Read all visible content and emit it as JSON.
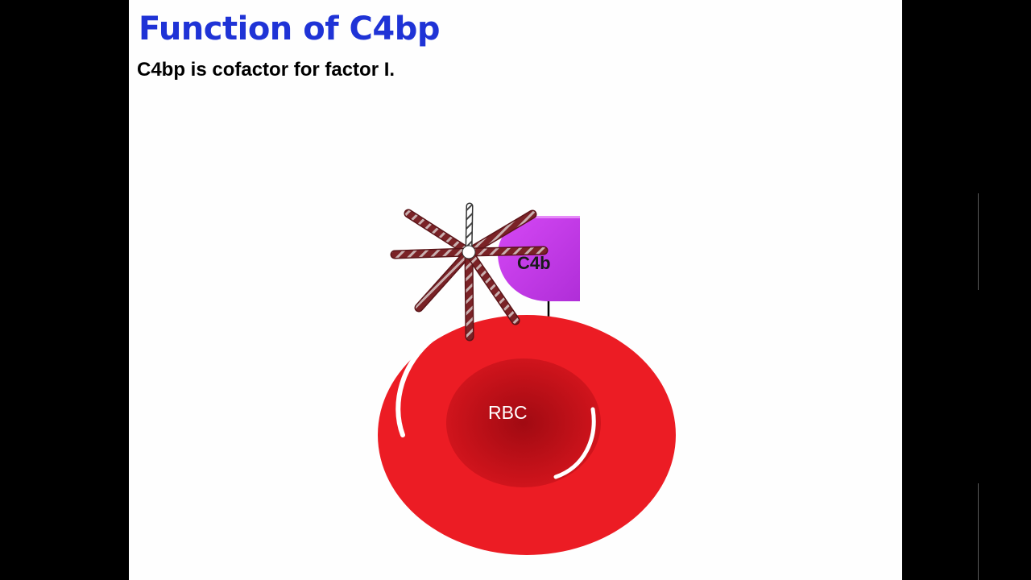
{
  "slide": {
    "title": "Function of C4bp",
    "subtitle": "C4bp is cofactor for factor I."
  },
  "diagram": {
    "c4b_label": "C4b",
    "rbc_label": "RBC",
    "colors": {
      "title": "#1f33d6",
      "rbc": "#ec1c24",
      "rbc_center": "#b30d14",
      "c4b": "#c838f0",
      "c4bp_arm": "#7a2226",
      "c4bp_arm_light": "#ffffff"
    }
  }
}
